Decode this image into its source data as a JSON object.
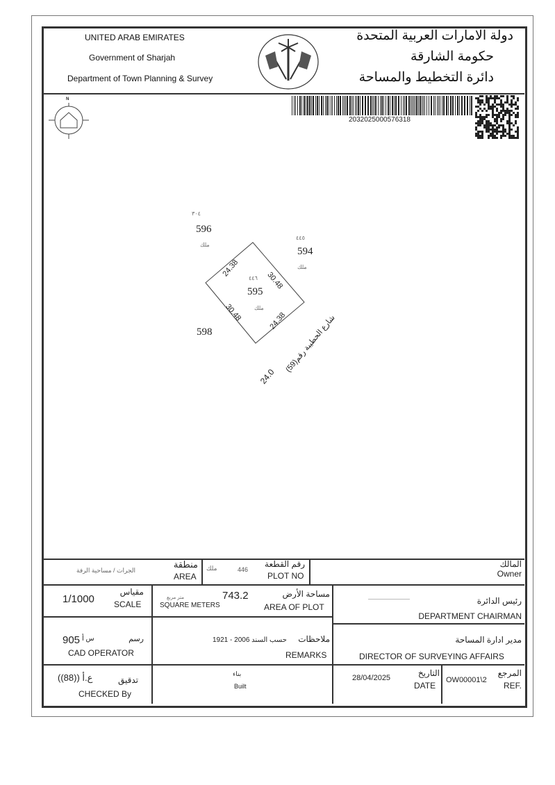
{
  "header": {
    "en_line1": "UNITED ARAB EMIRATES",
    "en_line2": "Government of Sharjah",
    "en_line3": "Department of Town Planning & Survey",
    "ar_line1": "دولة الامارات العربية المتحدة",
    "ar_line2": "حكومة الشارقة",
    "ar_line3": "دائرة التخطيط والمساحة",
    "barcode_number": "2032025000576318"
  },
  "compass": {
    "north_label": "N"
  },
  "map": {
    "plots": [
      {
        "number": "596",
        "ar_number": "٣٠٤",
        "type": "ملك"
      },
      {
        "number": "594",
        "ar_number": "٤٤٥",
        "type": "ملك"
      },
      {
        "number": "595",
        "ar_number": "٤٤٦",
        "type": "ملك"
      },
      {
        "number": "598"
      }
    ],
    "dimensions": [
      "24.38",
      "30.48",
      "30.48",
      "24.38"
    ],
    "road_label": "شارع الحطيبة رقم(59)",
    "road_width": "24.0"
  },
  "table": {
    "area_value": "الجرات / مساحية الرفة",
    "area_label_ar": "منطقة",
    "area_label_en": "AREA",
    "plot_type": "ملك",
    "plot_no_value": "446",
    "plot_no_label_ar": "رقم القطعة",
    "plot_no_label_en": "PLOT NO",
    "owner_label_ar": "المالك",
    "owner_label_en": "Owner",
    "scale_value": "1/1000",
    "scale_label_ar": "مقياس",
    "scale_label_en": "SCALE",
    "area_of_plot_value": "743.2",
    "square_meters_ar": "متر مربع",
    "square_meters_en": "SQUARE METERS",
    "area_of_plot_label_ar": "مساحة الأرض",
    "area_of_plot_label_en": "AREA OF PLOT",
    "chairman_label_ar": "رئيس الدائرة",
    "chairman_label_en": "DEPARTMENT CHAIRMAN",
    "cad_value": "905",
    "cad_prefix": "س أ",
    "cad_label_ar": "رسم",
    "cad_label_en": "CAD OPERATOR",
    "remarks_value": "حسب السند 2006 - 1921",
    "remarks_label_ar": "ملاحظات",
    "remarks_label_en": "REMARKS",
    "director_label_ar": "مدير ادارة المساحة",
    "director_label_en": "DIRECTOR OF SURVEYING AFFAIRS",
    "checked_value": "ع.أ ((88))",
    "checked_label_ar": "تدقيق",
    "checked_label_en": "CHECKED By",
    "built_ar": "بناء",
    "built_en": "Built",
    "date_value": "28/04/2025",
    "date_label_ar": "التاريخ",
    "date_label_en": "DATE",
    "ref_value": "OW00001\\2",
    "ref_label_ar": "المرجع",
    "ref_label_en": "REF."
  }
}
